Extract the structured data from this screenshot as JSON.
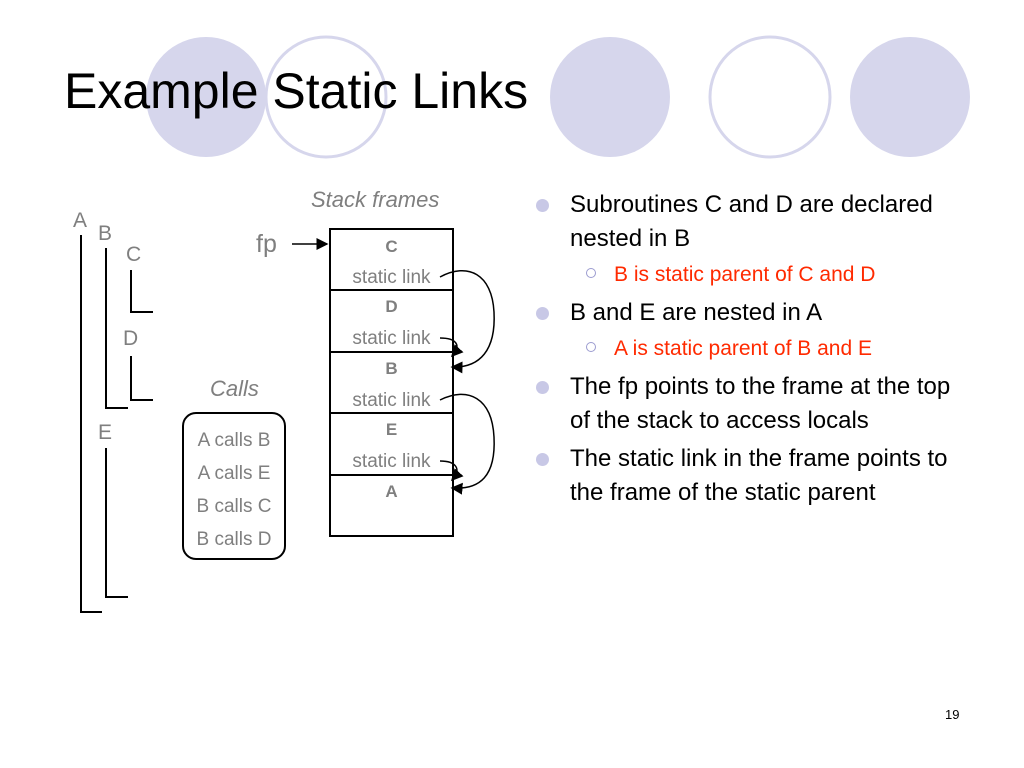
{
  "slide": {
    "title": "Example Static Links",
    "page_number": "19"
  },
  "nesting": {
    "labels": [
      "A",
      "B",
      "C",
      "D",
      "E"
    ]
  },
  "stack": {
    "caption": "Stack frames",
    "pointer_label": "fp",
    "frames": [
      {
        "name": "C",
        "link_label": "static link"
      },
      {
        "name": "D",
        "link_label": "static link"
      },
      {
        "name": "B",
        "link_label": "static link"
      },
      {
        "name": "E",
        "link_label": "static link"
      },
      {
        "name": "A",
        "link_label": ""
      }
    ]
  },
  "calls": {
    "caption": "Calls",
    "items": [
      "A calls B",
      "A calls E",
      "B calls C",
      "B calls D"
    ]
  },
  "bullets": [
    {
      "text": "Subroutines C and D are declared nested in B",
      "sub": "B is static parent of C and D"
    },
    {
      "text": "B and E are nested in A",
      "sub": "A is static parent of B and E"
    },
    {
      "text": "The fp points to the frame at the top of the stack to access locals",
      "sub": ""
    },
    {
      "text": "The static link in the frame points to the frame of the static parent",
      "sub": ""
    }
  ],
  "colors": {
    "decoration_fill": "#d6d6ec",
    "decoration_stroke": "#d6d6ec",
    "sub_bullet_text": "#ff2a00",
    "muted_text": "#7f7f7f"
  }
}
